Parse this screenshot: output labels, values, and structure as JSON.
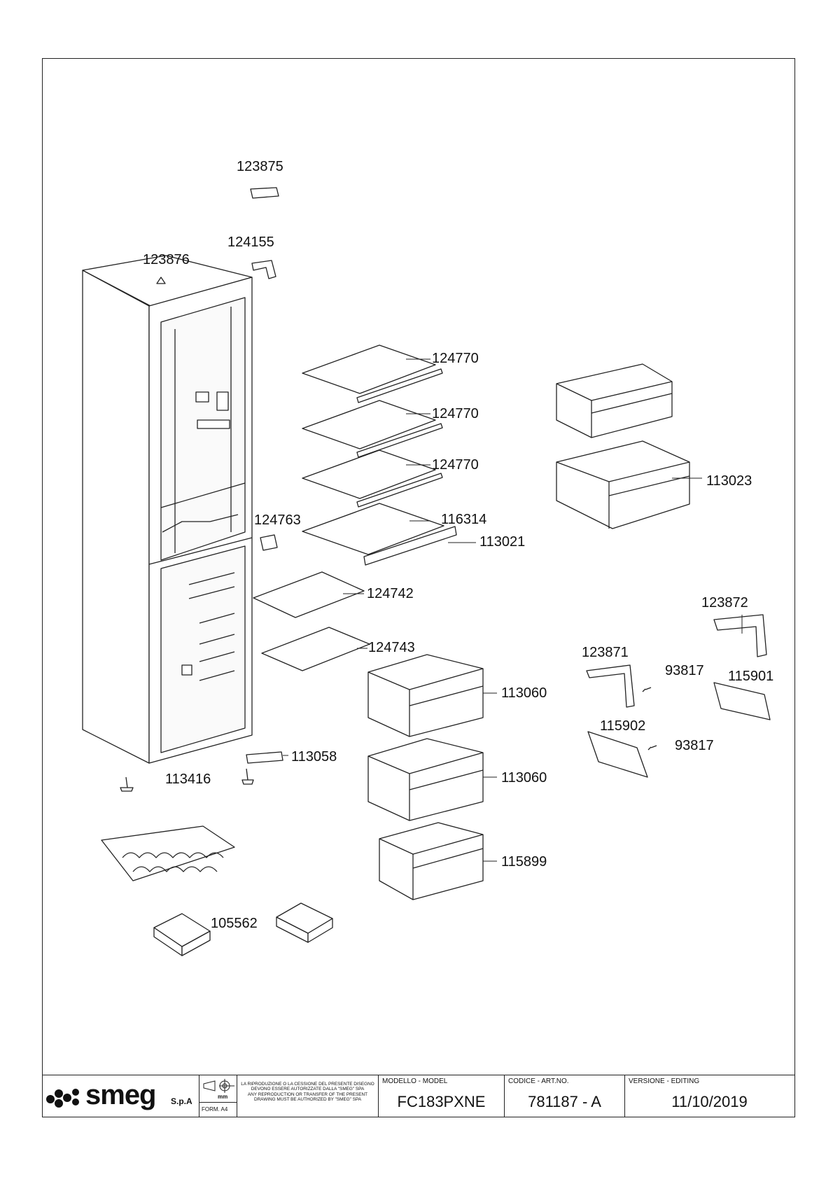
{
  "parts": {
    "p123875": "123875",
    "p124155": "124155",
    "p123876": "123876",
    "p124770_a": "124770",
    "p124770_b": "124770",
    "p124770_c": "124770",
    "p116314": "116314",
    "p113021": "113021",
    "p124763": "124763",
    "p113023": "113023",
    "p124742": "124742",
    "p124743": "124743",
    "p123872": "123872",
    "p123871": "123871",
    "p93817_a": "93817",
    "p115901": "115901",
    "p115902": "115902",
    "p93817_b": "93817",
    "p113060_a": "113060",
    "p113060_b": "113060",
    "p113058": "113058",
    "p113416": "113416",
    "p115899": "115899",
    "p105562": "105562"
  },
  "title_block": {
    "logo_text": "smeg",
    "logo_suffix": "S.p.A",
    "unit": "mm",
    "format": "FORM. A4",
    "notice_it": "LA RIPRODUZIONE O LA CESSIONE DEL PRESENTE DISEGNO DEVONO ESSERE AUTORIZZATE DALLA \"SMEG\" SPA",
    "notice_en": "ANY REPRODUCTION OR TRANSFER OF THE PRESENT DRAWING MUST BE AUTHORIZED BY \"SMEG\" SPA",
    "model_caption": "MODELLO - MODEL",
    "model_value": "FC183PXNE",
    "code_caption": "CODICE - ART.NO.",
    "code_value": "781187 - A",
    "version_caption": "VERSIONE - EDITING",
    "version_value": "11/10/2019"
  },
  "colors": {
    "line": "#222222",
    "fill": "#ffffff",
    "dark": "#444444"
  }
}
